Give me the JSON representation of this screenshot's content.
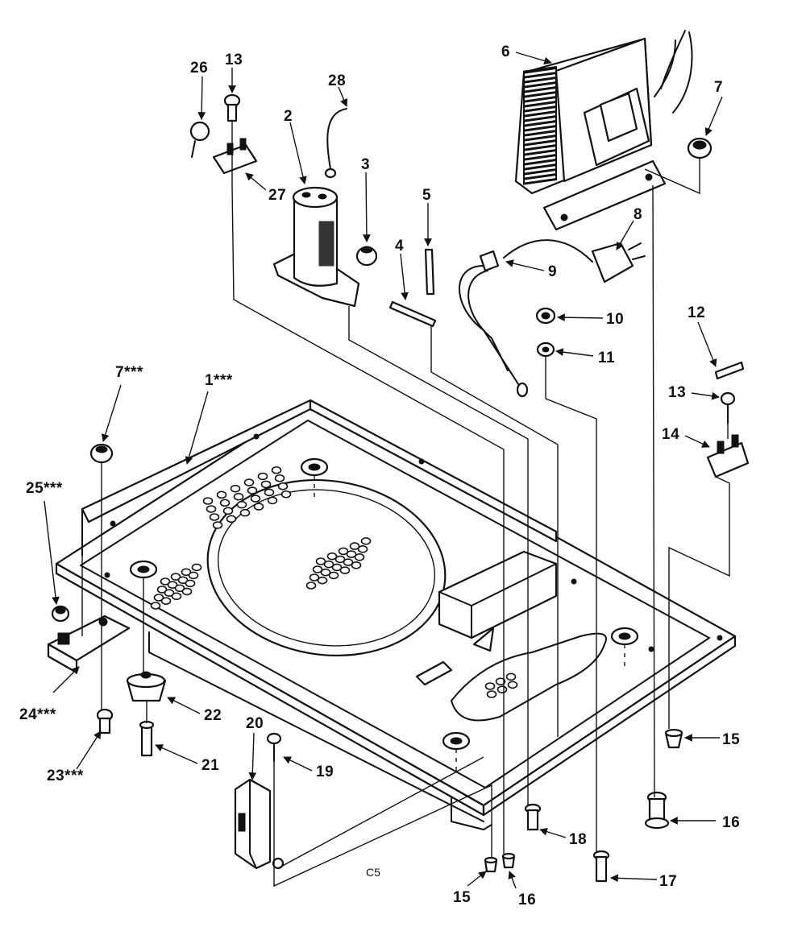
{
  "diagram": {
    "labels": {
      "p1": "1***",
      "p2": "2",
      "p3": "3",
      "p4": "4",
      "p5": "5",
      "p6": "6",
      "p7a": "7",
      "p7b": "7***",
      "p8": "8",
      "p9": "9",
      "p10": "10",
      "p11": "11",
      "p12": "12",
      "p13a": "13",
      "p13b": "13",
      "p14": "14",
      "p15a": "15",
      "p15b": "15",
      "p16a": "16",
      "p16b": "16",
      "p17": "17",
      "p18": "18",
      "p19": "19",
      "p20": "20",
      "p21": "21",
      "p22": "22",
      "p23": "23***",
      "p24": "24***",
      "p25": "25***",
      "p26": "26",
      "p27": "27",
      "p28": "28"
    },
    "footer_code": "C5"
  }
}
